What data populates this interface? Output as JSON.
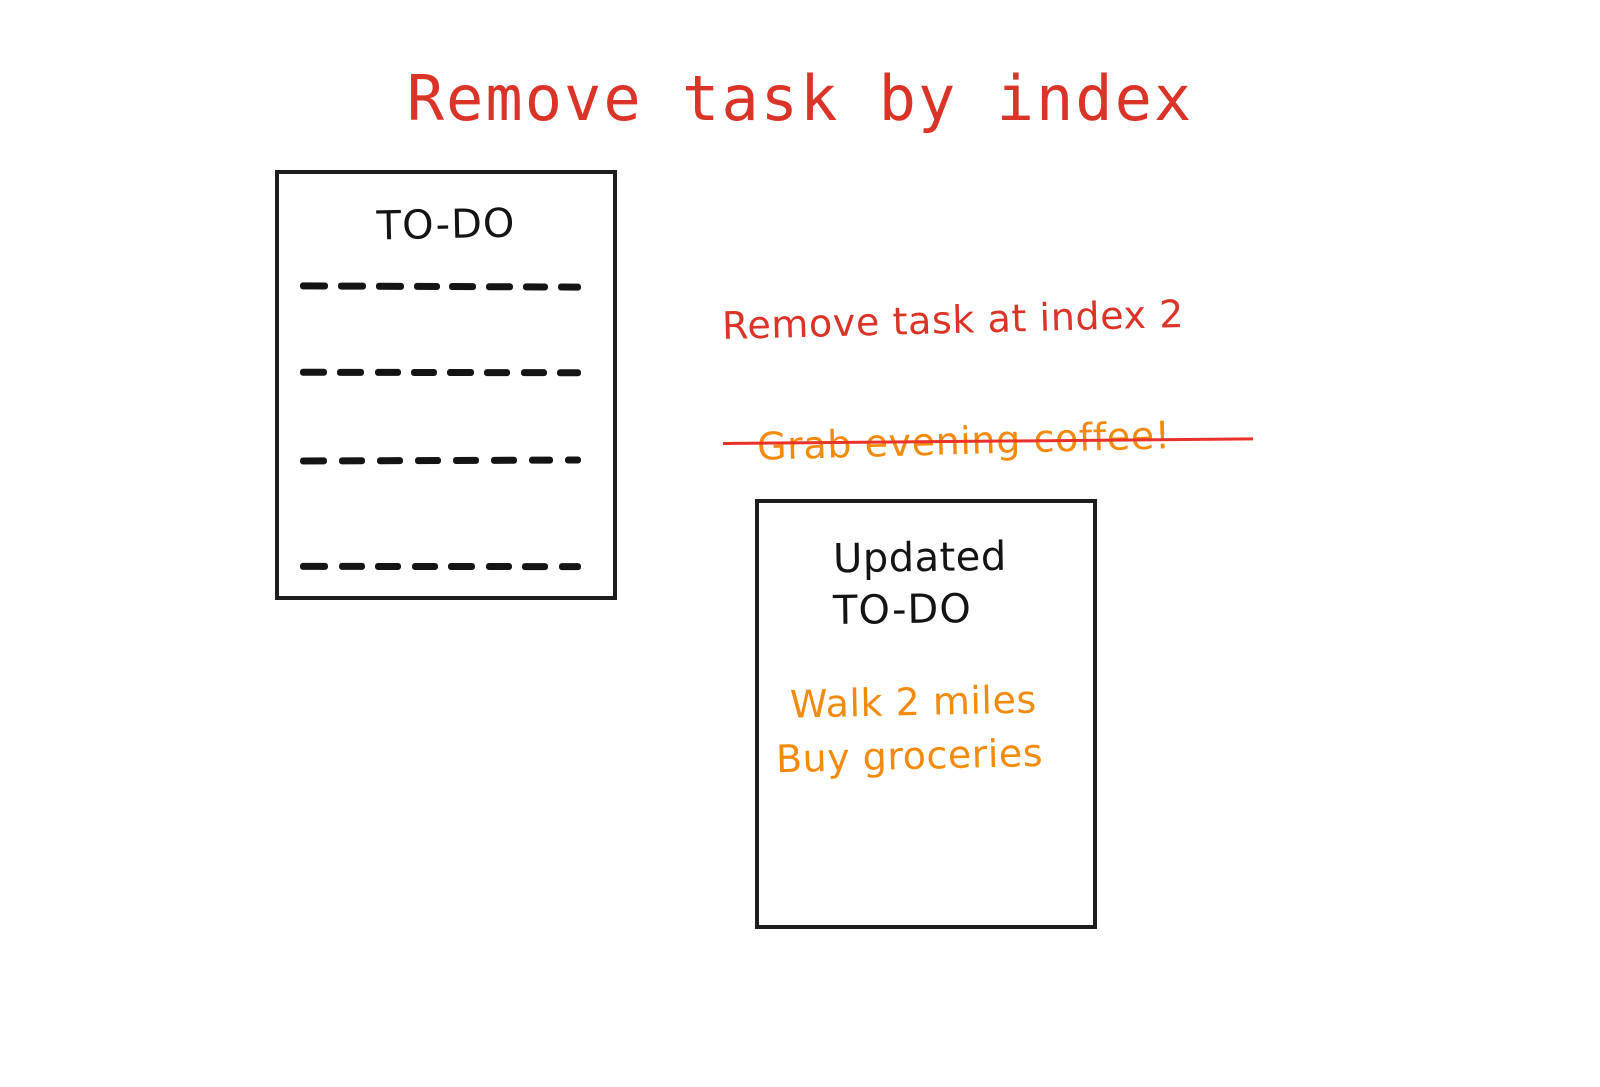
{
  "diagram": {
    "title": "Remove task by index",
    "background_color": "#ffffff",
    "colors": {
      "title_red": "#DA3327",
      "annotation_red": "#DA3327",
      "strike_red": "#E8322A",
      "task_orange": "#F28B0C",
      "ink_black": "#141414",
      "box_stroke": "#1d1d1d"
    }
  },
  "original_list": {
    "heading": "TO-DO",
    "blank_line_count": 4,
    "dashes_per_line": 8
  },
  "annotation": {
    "text": "Remove task at index 2",
    "index": 2
  },
  "removed_task": {
    "text": "Grab evening coffee!",
    "struck_through": true
  },
  "updated_list": {
    "heading_line_1": "Updated",
    "heading_line_2": "TO-DO",
    "tasks": [
      "Walk 2 miles",
      "Buy groceries"
    ]
  }
}
